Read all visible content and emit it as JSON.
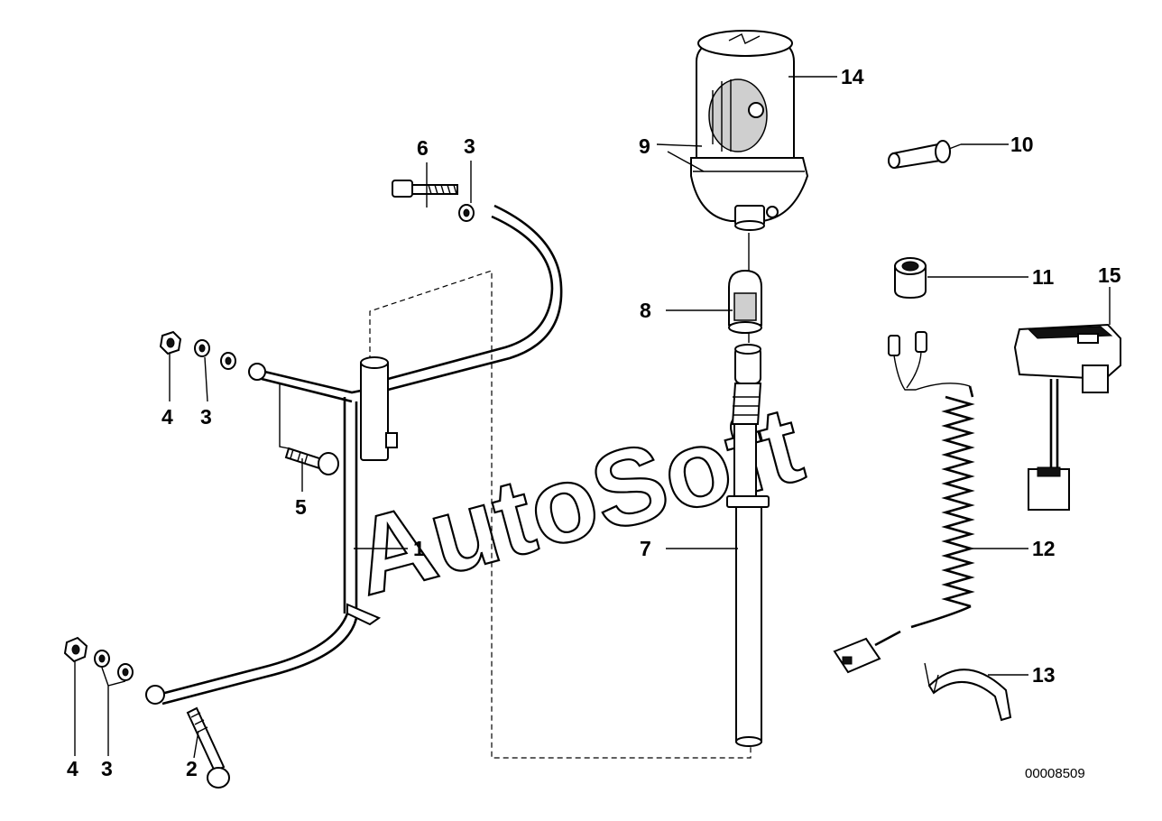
{
  "diagram": {
    "watermark": "AutoSoft",
    "code": "00008509",
    "labels": {
      "l1": "1",
      "l2": "2",
      "l3a": "3",
      "l3b": "3",
      "l3c": "3",
      "l4a": "4",
      "l4b": "4",
      "l5": "5",
      "l6": "6",
      "l7": "7",
      "l8": "8",
      "l9": "9",
      "l10": "10",
      "l11": "11",
      "l12": "12",
      "l13": "13",
      "l14": "14",
      "l15": "15"
    }
  }
}
